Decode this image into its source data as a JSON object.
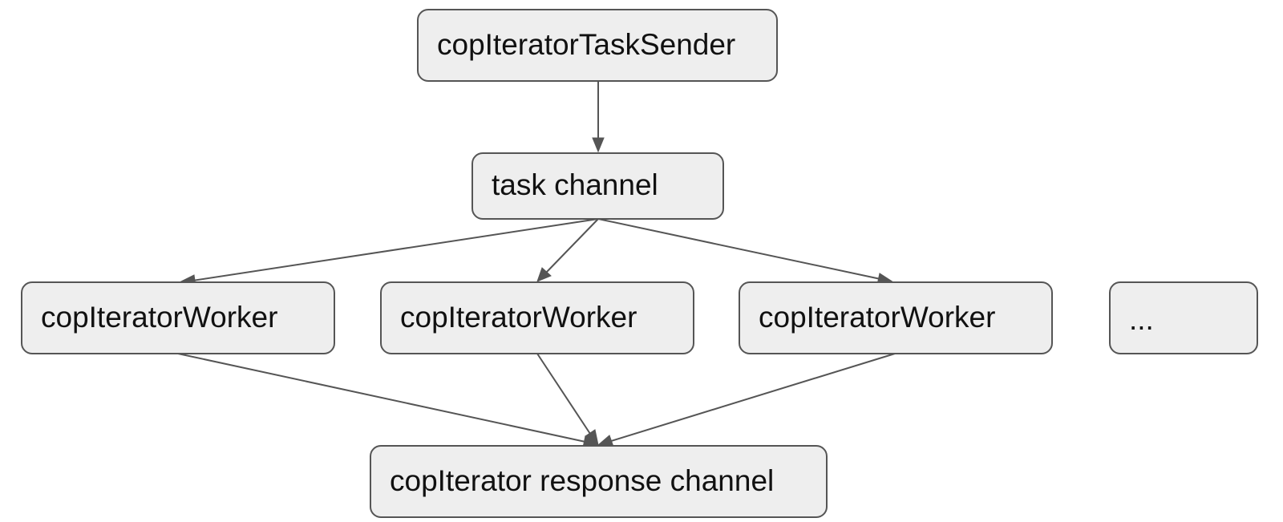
{
  "diagram": {
    "nodes": {
      "sender": {
        "label": "copIteratorTaskSender"
      },
      "task_channel": {
        "label": "task channel"
      },
      "worker_1": {
        "label": "copIteratorWorker"
      },
      "worker_2": {
        "label": "copIteratorWorker"
      },
      "worker_3": {
        "label": "copIteratorWorker"
      },
      "more_workers": {
        "label": "..."
      },
      "response_channel": {
        "label": "copIterator response channel"
      }
    },
    "edges": [
      {
        "from": "sender",
        "to": "task_channel"
      },
      {
        "from": "task_channel",
        "to": "worker_1"
      },
      {
        "from": "task_channel",
        "to": "worker_2"
      },
      {
        "from": "task_channel",
        "to": "worker_3"
      },
      {
        "from": "worker_1",
        "to": "response_channel"
      },
      {
        "from": "worker_2",
        "to": "response_channel"
      },
      {
        "from": "worker_3",
        "to": "response_channel"
      }
    ],
    "colors": {
      "node_fill": "#eeeeee",
      "stroke": "#555555",
      "text": "#111111"
    }
  }
}
